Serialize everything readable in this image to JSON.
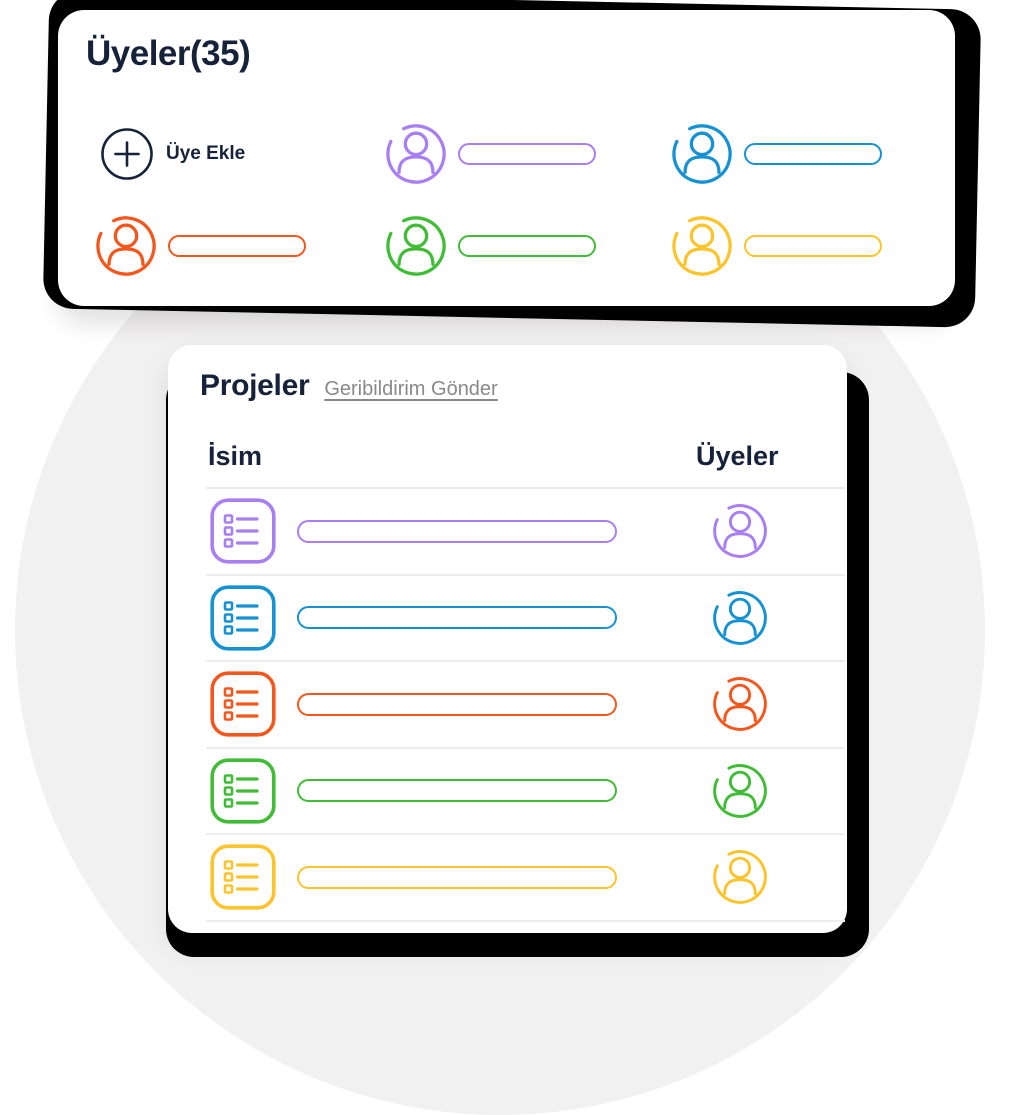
{
  "colors": {
    "navy": "#152239",
    "link_gray": "#898989",
    "card_shadow": "#000000",
    "background_blob": "#F2F1F1",
    "row_separator": "#ECECEC"
  },
  "icons": {
    "add_member": "plus-circle-icon",
    "member_avatar": "user-avatar-icon",
    "project": "checklist-icon"
  },
  "members_card": {
    "title": "Üyeler(35)",
    "add_button": {
      "label": "Üye Ekle"
    },
    "members": [
      {
        "name": "purple-member",
        "color": "#A87FF0"
      },
      {
        "name": "blue-member",
        "color": "#1692D2"
      },
      {
        "name": "orange-member",
        "color": "#F2571D"
      },
      {
        "name": "green-member",
        "color": "#41BC36"
      },
      {
        "name": "yellow-member",
        "color": "#FBC42D"
      }
    ]
  },
  "projects_card": {
    "title": "Projeler",
    "feedback_link": "Geribildirim Gönder",
    "columns": [
      {
        "label": "İsim"
      },
      {
        "label": "Üyeler"
      }
    ],
    "rows": [
      {
        "name": "purple-project",
        "color": "#A87FF0"
      },
      {
        "name": "blue-project",
        "color": "#1692D2"
      },
      {
        "name": "orange-project",
        "color": "#F2571D"
      },
      {
        "name": "green-project",
        "color": "#41BC36"
      },
      {
        "name": "yellow-project",
        "color": "#FBC42D"
      }
    ]
  }
}
